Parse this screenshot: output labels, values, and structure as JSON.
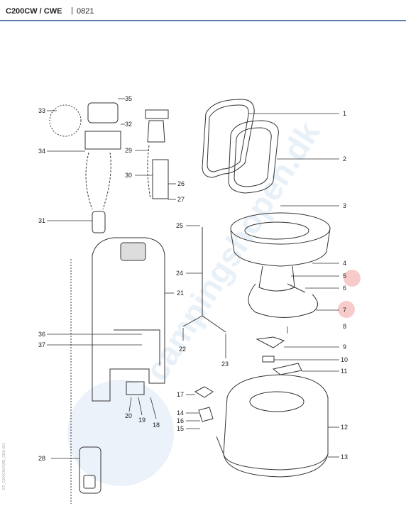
{
  "header": {
    "model": "C200CW / CWE",
    "separator": "|",
    "code": "0821"
  },
  "watermark": {
    "text": "campingshopen.dk"
  },
  "side_code": "ET_C200CW/CWE_0115-001",
  "callouts": [
    {
      "id": "1",
      "label": "1"
    },
    {
      "id": "2",
      "label": "2"
    },
    {
      "id": "3",
      "label": "3"
    },
    {
      "id": "4",
      "label": "4"
    },
    {
      "id": "5",
      "label": "5"
    },
    {
      "id": "6",
      "label": "6"
    },
    {
      "id": "7",
      "label": "7"
    },
    {
      "id": "8",
      "label": "8"
    },
    {
      "id": "9",
      "label": "9"
    },
    {
      "id": "10",
      "label": "10"
    },
    {
      "id": "11",
      "label": "11"
    },
    {
      "id": "12",
      "label": "12"
    },
    {
      "id": "13",
      "label": "13"
    },
    {
      "id": "14",
      "label": "14"
    },
    {
      "id": "15",
      "label": "15"
    },
    {
      "id": "16",
      "label": "16"
    },
    {
      "id": "17",
      "label": "17"
    },
    {
      "id": "18",
      "label": "18"
    },
    {
      "id": "19",
      "label": "19"
    },
    {
      "id": "20",
      "label": "20"
    },
    {
      "id": "21",
      "label": "21"
    },
    {
      "id": "22",
      "label": "22"
    },
    {
      "id": "23",
      "label": "23"
    },
    {
      "id": "24",
      "label": "24"
    },
    {
      "id": "25",
      "label": "25"
    },
    {
      "id": "26",
      "label": "26"
    },
    {
      "id": "27",
      "label": "27"
    },
    {
      "id": "28",
      "label": "28"
    },
    {
      "id": "29",
      "label": "29"
    },
    {
      "id": "30",
      "label": "30"
    },
    {
      "id": "31",
      "label": "31"
    },
    {
      "id": "32",
      "label": "32"
    },
    {
      "id": "33",
      "label": "33"
    },
    {
      "id": "34",
      "label": "34"
    },
    {
      "id": "35",
      "label": "35"
    },
    {
      "id": "36",
      "label": "36"
    },
    {
      "id": "37",
      "label": "37"
    }
  ],
  "colors": {
    "header_rule": "#5b7fb0",
    "highlight": "#f5b5b5",
    "watermark": "#d6e4f2",
    "line": "#333333"
  }
}
